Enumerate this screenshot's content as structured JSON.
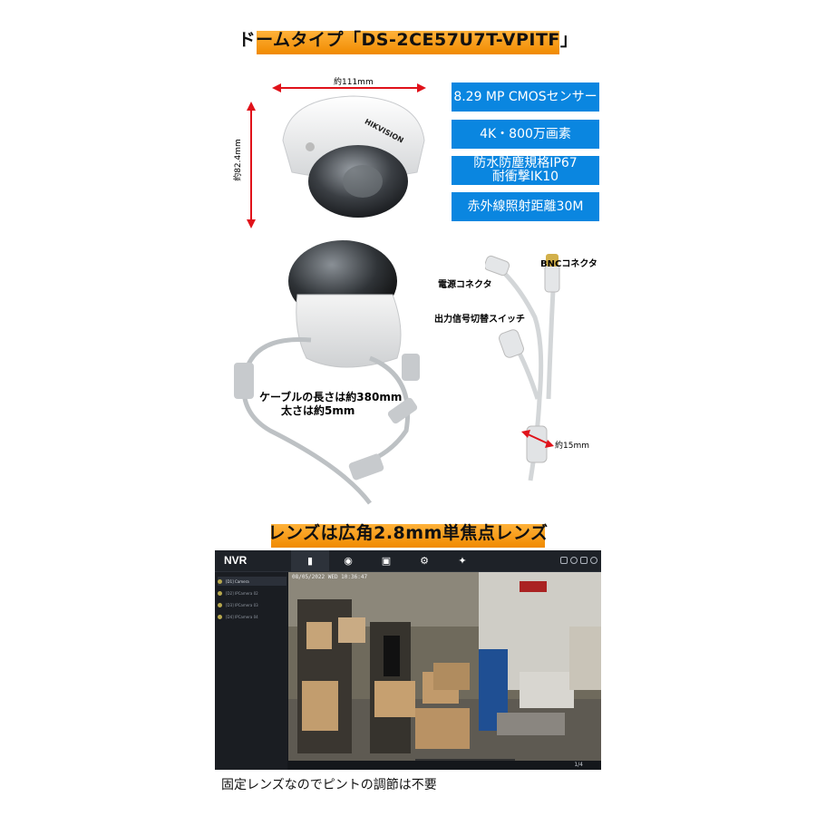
{
  "banner_top": "ドームタイプ「DS-2CE57U7T-VPITF」",
  "dimensions": {
    "width_label": "約111mm",
    "height_label": "約82.4mm",
    "cable_diameter_label": "約15mm"
  },
  "camera_brand": "HIKVISION",
  "specs": [
    "8.29 MP CMOSセンサー",
    "4K・800万画素",
    "防水防塵規格IP67\n耐衝撃IK10",
    "赤外線照射距離30M"
  ],
  "callouts": {
    "bnc": "BNCコネクタ",
    "power": "電源コネクタ",
    "switch": "出力信号切替スイッチ"
  },
  "cable_note": "ケーブルの長さは約380mm\n　　太さは約5mm",
  "banner_lens": "レンズは広角2.8mm単焦点レンズ",
  "nvr": {
    "title": "NVR",
    "tabs": [
      "live-view",
      "playback",
      "file",
      "settings",
      "maintenance"
    ],
    "cameras": [
      "[D1] Camera",
      "[D2] IPCamera 02",
      "[D3] IPCamera 03",
      "[D4] IPCamera 04"
    ],
    "osd_timestamp": "08/05/2022 WED 10:36:47",
    "page_indicator": "1/4"
  },
  "caption": "固定レンズなのでピントの調節は不要",
  "colors": {
    "accent_orange": "#f08a00",
    "spec_blue": "#0a86e0",
    "arrow_red": "#e0121a"
  }
}
